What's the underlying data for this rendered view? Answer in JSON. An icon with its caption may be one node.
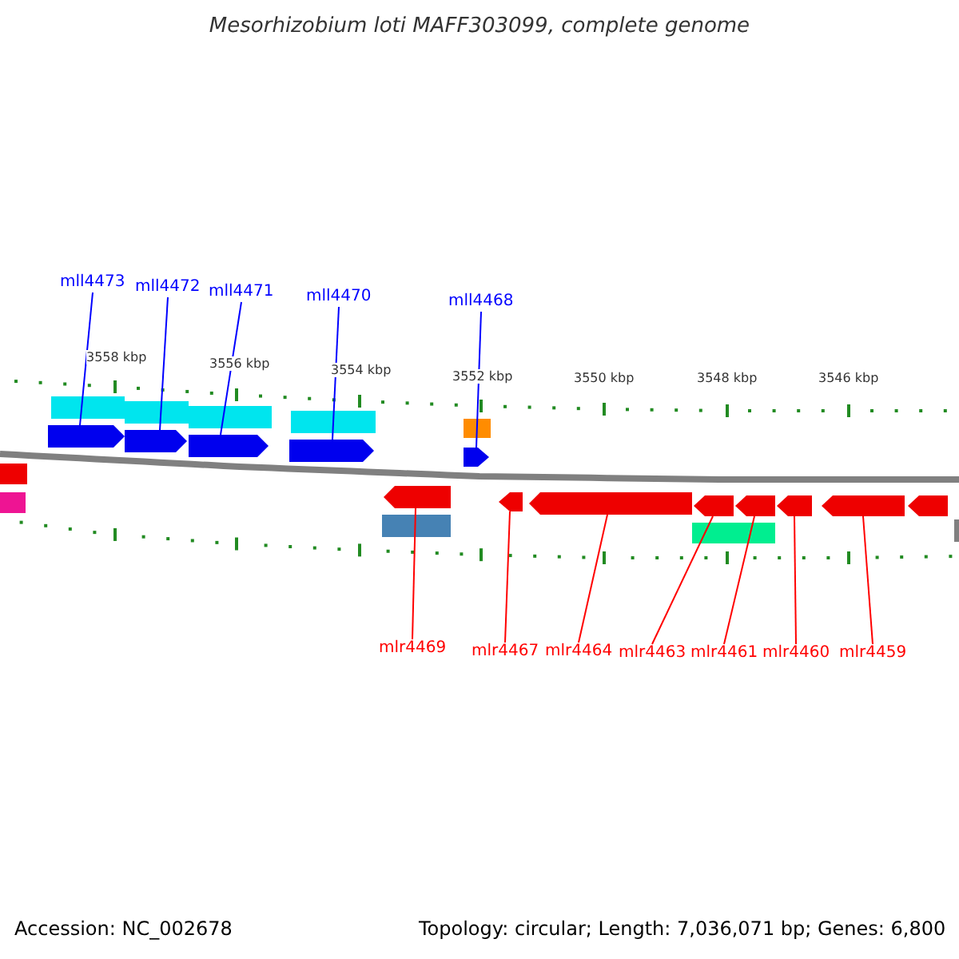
{
  "diagram": {
    "title": "Mesorhizobium loti MAFF303099, complete genome",
    "nodes": [
      {
        "text": [
          "mll4473"
        ]
      },
      {
        "text": [
          "mll4472"
        ]
      },
      {
        "text": [
          "mll4471"
        ]
      },
      {
        "text": [
          "mll4470"
        ]
      },
      {
        "text": [
          "mll4468"
        ]
      },
      {
        "text": [
          "mlr4469"
        ]
      },
      {
        "text": [
          "mlr4467"
        ]
      },
      {
        "text": [
          "mlr4464"
        ]
      },
      {
        "text": [
          "mlr4463"
        ]
      },
      {
        "text": [
          "mlr4461"
        ]
      },
      {
        "text": [
          "mlr4460"
        ]
      },
      {
        "text": [
          "mlr4459"
        ]
      },
      {
        "text": [],
        "shape": "pentagon"
      },
      {
        "text": [],
        "shape": "pentagon"
      },
      {
        "text": [],
        "shape": "pentagon"
      },
      {
        "text": [],
        "shape": "pentagon"
      },
      {
        "text": [],
        "shape": "pentagon"
      },
      {
        "text": [],
        "shape": "pentagon"
      },
      {
        "text": [],
        "shape": "pentagon"
      },
      {
        "text": [],
        "shape": "pentagon"
      },
      {
        "text": [],
        "shape": "pentagon"
      },
      {
        "text": [],
        "shape": "pentagon"
      },
      {
        "text": [],
        "shape": "pentagon"
      },
      {
        "text": [],
        "shape": "pentagon"
      },
      {
        "text": [],
        "shape": "pentagon"
      }
    ],
    "edges": [
      {
        "from": 0,
        "to": 12,
        "arrow": "none",
        "color": "#0000ff"
      },
      {
        "from": 1,
        "to": 13,
        "arrow": "none",
        "color": "#0000ff"
      },
      {
        "from": 2,
        "to": 14,
        "arrow": "none",
        "color": "#0000ff"
      },
      {
        "from": 3,
        "to": 15,
        "arrow": "none",
        "color": "#0000ff"
      },
      {
        "from": 4,
        "to": 16,
        "arrow": "none",
        "color": "#0000ff"
      },
      {
        "from": 5,
        "to": 17,
        "arrow": "none",
        "color": "#ff0000"
      },
      {
        "from": 6,
        "to": 18,
        "arrow": "none",
        "color": "#ff0000"
      },
      {
        "from": 7,
        "to": 19,
        "arrow": "none",
        "color": "#ff0000"
      },
      {
        "from": 8,
        "to": 20,
        "arrow": "none",
        "color": "#ff0000"
      },
      {
        "from": 9,
        "to": 21,
        "arrow": "none",
        "color": "#ff0000"
      },
      {
        "from": 10,
        "to": 22,
        "arrow": "none",
        "color": "#ff0000"
      },
      {
        "from": 11,
        "to": 23,
        "arrow": "none",
        "color": "#ff0000"
      }
    ],
    "labels": [
      "3558 kbp",
      "3556 kbp",
      "3554 kbp",
      "3552 kbp",
      "3550 kbp",
      "3548 kbp",
      "3546 kbp",
      "Accession: NC_002678",
      "Topology: circular; Length: 7,036,071 bp; Genes: 6,800"
    ]
  }
}
